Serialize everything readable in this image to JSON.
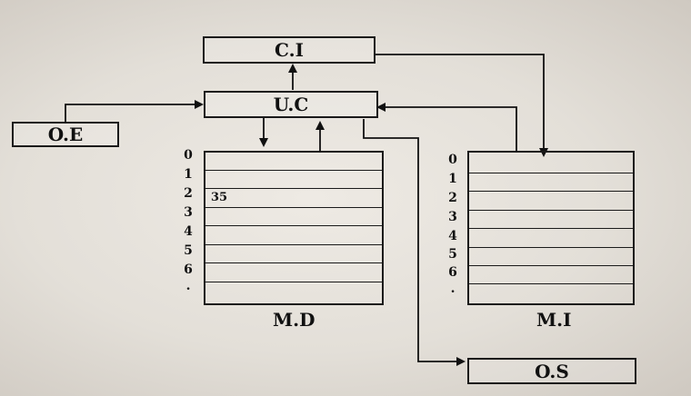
{
  "boxes": {
    "ci": "C.I",
    "uc": "U.C",
    "oe": "O.E",
    "os": "O.S"
  },
  "md": {
    "title": "M.D",
    "rows": [
      "0",
      "1",
      "2",
      "3",
      "4",
      "5",
      "6",
      "."
    ],
    "values": [
      "",
      "",
      "35",
      "",
      "",
      "",
      "",
      ""
    ]
  },
  "mi": {
    "title": "M.I",
    "rows": [
      "0",
      "1",
      "2",
      "3",
      "4",
      "5",
      "6",
      "."
    ],
    "values": [
      "",
      "",
      "",
      "",
      "",
      "",
      "",
      ""
    ]
  }
}
